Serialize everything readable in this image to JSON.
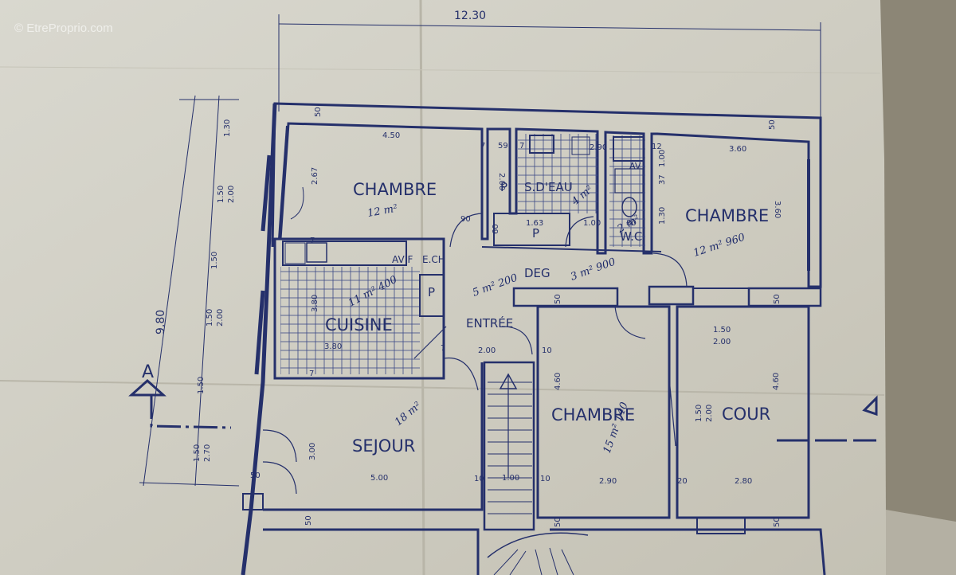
{
  "watermark": "© EtreProprio.com",
  "colors": {
    "paper": "#cfcdc1",
    "ink": "#25306b",
    "tabletop": "#8c8676"
  },
  "rooms": {
    "chambre_nw": "CHAMBRE",
    "chambre_ne": "CHAMBRE",
    "chambre_s": "CHAMBRE",
    "sdeau": "S.D'EAU",
    "cuisine": "CUISINE",
    "sejour": "SEJOUR",
    "cour": "COUR",
    "entree": "ENTRÉE",
    "deg": "DEG",
    "wc": "W.C",
    "p1": "P",
    "p2": "P",
    "p3": "P",
    "avf": "AV F",
    "ech": "E.CH",
    "av": "AV"
  },
  "handwritten": {
    "chambre_nw": "12 m²",
    "chambre_ne": "12 m² 960",
    "chambre_s": "15 m² 140",
    "cuisine": "11 m² 400",
    "sdeau": "4 m²",
    "wc": "2 m²",
    "deg": "5 m² 200",
    "deg2": "3 m² 900",
    "sejour": "18 m²"
  },
  "dims": {
    "overall_width": "12.30",
    "overall_height": "9.80",
    "d_130": "1.30",
    "d_150a": "1.50",
    "d_200a": "2.00",
    "d_150b": "1.50",
    "d_150c": "1.50",
    "d_200b": "2.00",
    "d_150d": "1.50",
    "d_150e": "1.50",
    "d_270": "2.70",
    "d_450": "4.50",
    "d_267": "2.67",
    "d_290": "2.90",
    "d_360": "3.60",
    "d_360v": "3.60",
    "d_200v": "2.00",
    "d_059": "59",
    "d_007a": "7",
    "d_007b": "7",
    "d_007c": "7",
    "d_007d": "7",
    "d_007e": "7",
    "d_012": "12",
    "d_100a": "1.00",
    "d_037": "37",
    "d_130b": "1.30",
    "d_090": "90",
    "d_163": "1.63",
    "d_060": "60",
    "d_100b": "1.00",
    "d_080": "80",
    "d_050a": "50",
    "d_050b": "50",
    "d_050c": "50",
    "d_050d": "50",
    "d_050e": "50",
    "d_050f": "50",
    "d_050g": "50",
    "d_050h": "50",
    "d_380v": "3.80",
    "d_380": "3.80",
    "d_200e": "2.00",
    "d_010a": "10",
    "d_010b": "10",
    "d_010c": "10",
    "d_460a": "4.60",
    "d_460b": "4.60",
    "d_150f": "1.50",
    "d_200f": "2.00",
    "d_150g": "1.50",
    "d_200g": "2.00",
    "d_300": "3.00",
    "d_500": "5.00",
    "d_100c": "1.00",
    "d_290b": "2.90",
    "d_020": "20",
    "d_280": "2.80"
  },
  "section_marker": "A"
}
